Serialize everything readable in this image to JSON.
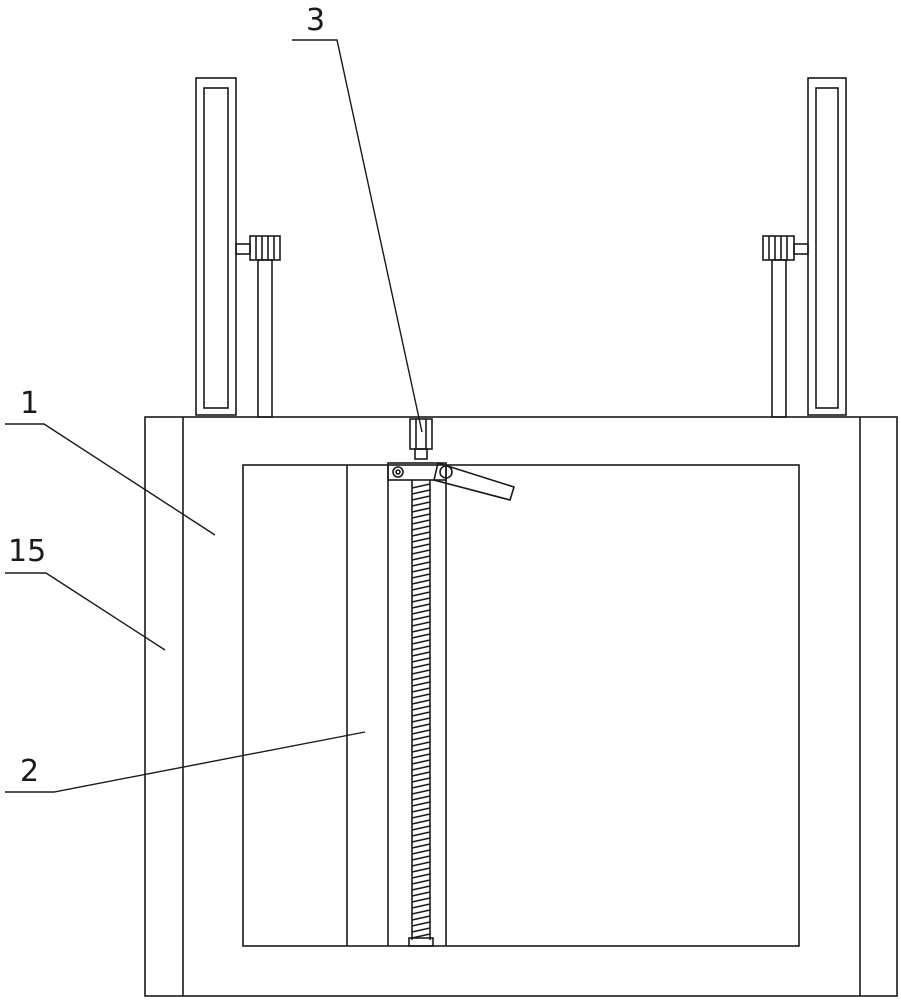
{
  "labels": {
    "frame": "1",
    "screw_rod_guide": "2",
    "motor": "3",
    "side_plate": "15"
  },
  "colors": {
    "line": "#1a1a1a",
    "background": "#ffffff"
  }
}
